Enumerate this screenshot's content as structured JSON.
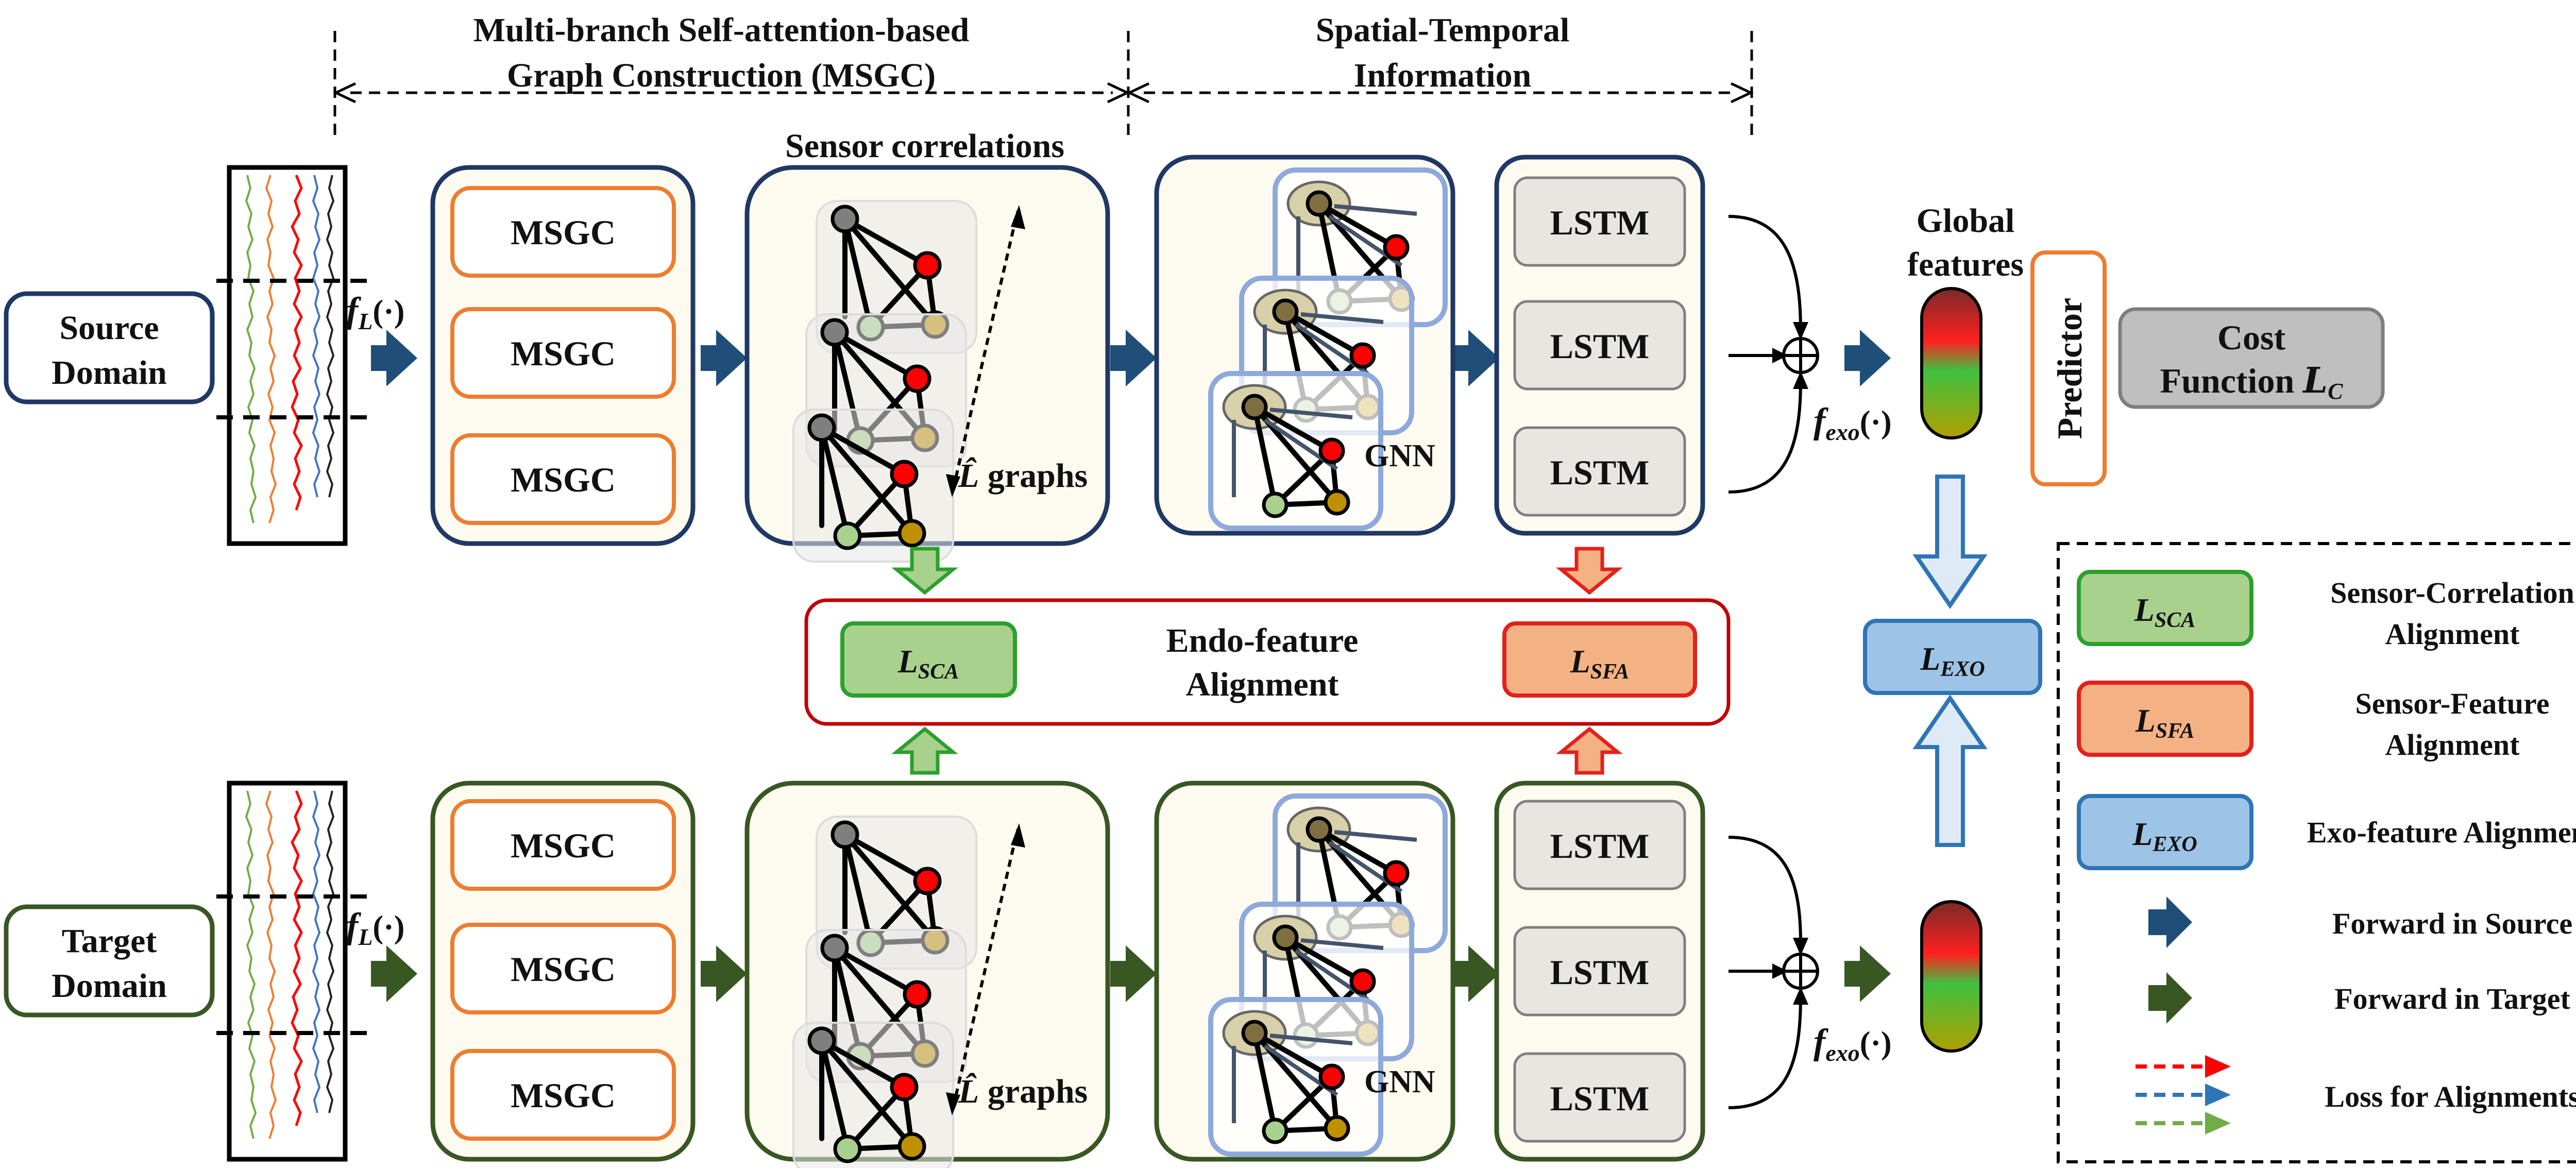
{
  "headers": {
    "msgc_line1": "Multi-branch Self-attention-based",
    "msgc_line2": "Graph Construction (MSGC)",
    "st_line1": "Spatial-Temporal",
    "st_line2": "Information",
    "sensor_correlations": "Sensor correlations"
  },
  "domains": {
    "source_line1": "Source",
    "source_line2": "Domain",
    "target_line1": "Target",
    "target_line2": "Domain"
  },
  "labels": {
    "f_l": "f",
    "f_l_sub": "L",
    "paren": "(·)",
    "f_exo": "f",
    "f_exo_sub": "exo",
    "msgc": "MSGC",
    "lstm": "LSTM",
    "gnn": "GNN",
    "graphs": "graphs",
    "l_hat": "L̂",
    "global_line1": "Global",
    "global_line2": "features",
    "predictor": "Predictor",
    "cost_line1": "Cost",
    "cost_line2": "Function",
    "cost_sub": "C",
    "endo_line1": "Endo-feature",
    "endo_line2": "Alignment",
    "loss_L": "L",
    "sca_sub": "SCA",
    "sfa_sub": "SFA",
    "exo_sub": "EXO"
  },
  "legend": {
    "sca_line1": "Sensor-Correlation",
    "sca_line2": "Alignment",
    "sfa_line1": "Sensor-Feature",
    "sfa_line2": "Alignment",
    "exo": "Exo-feature Alignment",
    "forward_source": "Forward in Source",
    "forward_target": "Forward in Target",
    "loss": "Loss for Alignments"
  },
  "colors": {
    "source": "#1f3864",
    "target": "#385723",
    "orange": "#ed7d31",
    "green": "#2ca02c",
    "red": "#e3211c",
    "blue": "#2e75b6",
    "panel_fill": "#fdfbf0",
    "lstm_fill": "#e7e6e1",
    "sca_fill": "#a9d18e",
    "sfa_fill": "#f4b183",
    "exo_fill": "#9dc3e6"
  }
}
